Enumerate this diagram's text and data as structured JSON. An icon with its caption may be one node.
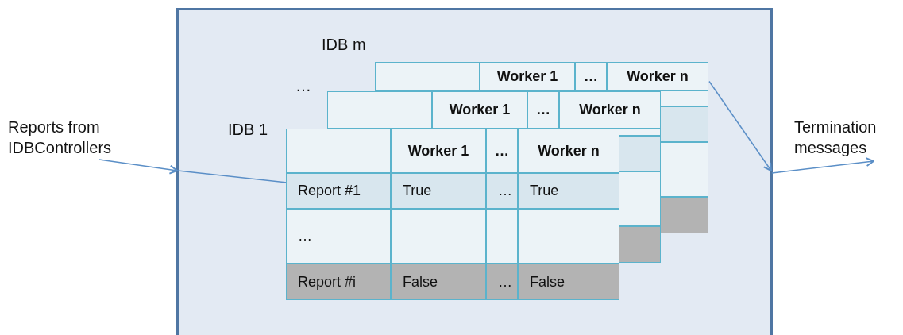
{
  "diagram": {
    "nodes": [
      {
        "text": [
          "Reports from IDBControllers"
        ]
      },
      {
        "text": [],
        "shape": "box"
      },
      {
        "text": [
          "IDB m",
          "Worker 1",
          "…",
          "Worker n"
        ],
        "in": 1
      },
      {
        "text": [
          "…",
          "Worker 1",
          "…",
          "Worker n"
        ],
        "in": 1
      },
      {
        "text": [
          "IDB 1",
          "Worker 1",
          "…",
          "Worker n",
          "Report #1",
          "True",
          "…",
          "True",
          "…",
          "Report #i",
          "False",
          "…",
          "False"
        ],
        "in": 1
      },
      {
        "text": [
          "Termination messages"
        ]
      }
    ],
    "edges": [
      {
        "from": 0,
        "to": 1,
        "arrow": "to"
      },
      {
        "from": 1,
        "to": 4,
        "arrow": "to"
      },
      {
        "from": 2,
        "to": 1,
        "arrow": "to"
      },
      {
        "from": 1,
        "to": 5,
        "arrow": "to"
      }
    ]
  }
}
